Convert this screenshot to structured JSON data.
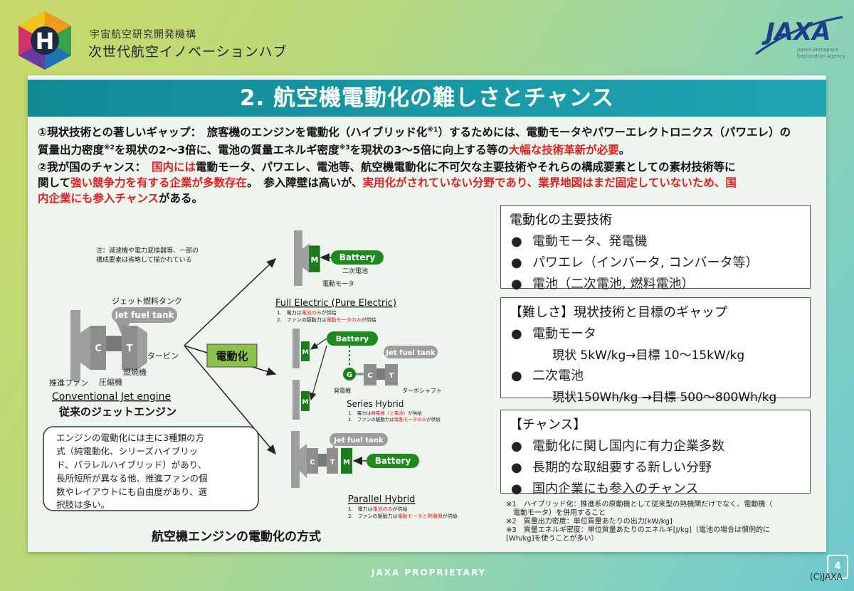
{
  "header": {
    "org_line1": "宇宙航空研究開発機構",
    "org_line2": "次世代航空イノベーションハブ",
    "logo_letter": "H",
    "jaxa_logo": "JAXA",
    "jaxa_sub1": "Japan Aerospace",
    "jaxa_sub2": "Exploration Agency"
  },
  "title": "2. 航空機電動化の難しさとチャンス",
  "para1": {
    "a": "①現状技術との著しいギャップ：　旅客機のエンジンを電動化（ハイブリッド化",
    "a_sup": "※1",
    "b": "）するためには、電動モータやパワーエレクトロニクス（パワエレ）の",
    "c": "質量出力密度",
    "c_sup": "※2",
    "d": "を現状の2～3倍に、電池の質量エネルギ密度",
    "d_sup": "※3",
    "e": "を現状の3～5倍に向上する等の",
    "f_red": "大幅な技術革新が必要",
    "g": "。"
  },
  "para2": {
    "a": "②我が国のチャンス：",
    "b_red": "国内には",
    "c": "電動モータ、パワエレ、電池等、航空機電動化に不可欠な主要技術やそれらの構成要素としての素材技術等に",
    "d": "関して",
    "e_red": "強い競争力を有する企業が多数存在",
    "f": "。　参入障壁は高いが、",
    "g_red": "実用化がされていない分野であり、業界地図はまだ固定していないため、国",
    "h_red": "内企業にも参入チャンス",
    "i": "がある。"
  },
  "diagram": {
    "note1": "注：減速機や電力変換器等、一部の",
    "note2": "構成要素は省略して描かれている",
    "fuel_tank_jp": "ジェット燃料タンク",
    "jet_fuel_tank": "Jet fuel tank",
    "turbine_jp": "タービン",
    "combustor_jp": "燃焼機",
    "compressor_jp": "圧縮機",
    "fan_jp": "推進ファン",
    "c": "C",
    "t": "T",
    "m": "M",
    "g": "G",
    "conventional_en": "Conventional Jet engine",
    "conventional_jp": "従来のジェットエンジン",
    "electrify": "電動化",
    "battery": "Battery",
    "secondary_battery": "二次電池",
    "motor": "電動モータ",
    "generator": "発電機",
    "turbo_shaft": "ターボシャフト",
    "full_title": "Full Electric (Pure Electric)",
    "full_n1": "1.　電力は",
    "full_n1_red": "電池のみ",
    "full_n1_end": "が供給",
    "full_n2": "2.　ファンの駆動力は",
    "full_n2_red": "電動モータのみ",
    "full_n2_end": "が供給",
    "series_title": "Series Hybrid",
    "series_n1": "1.　電力は",
    "series_n1_red": "発電機（と電池）",
    "series_n1_end": "が供給",
    "series_n2": "2.　ファンの駆動力は",
    "series_n2_red": "電動モータのみ",
    "series_n2_end": "が供給",
    "parallel_title": "Parallel Hybrid",
    "parallel_n1": "1.　電力は",
    "parallel_n1_red": "電池のみ",
    "parallel_n1_end": "が供給",
    "parallel_n2": "2.　ファンの駆動力は",
    "parallel_n2_red": "電動モータと熱機関",
    "parallel_n2_end": "が供給",
    "bubble_l1": "エンジンの電動化には主に3種類の方",
    "bubble_l2": "式（純電動化、シリーズハイブリッ",
    "bubble_l3": "ド、パラレルハイブリッド）があり、",
    "bubble_l4": "長所短所が異なる他、推進ファンの個",
    "bubble_l5": "数やレイアウトにも自由度があり、選",
    "bubble_l6": "択肢は多い。",
    "caption": "航空機エンジンの電動化の方式"
  },
  "box_main": {
    "title": "電動化の主要技術",
    "items": [
      "電動モータ、発電機",
      "パワエレ（インバータ, コンバータ等）",
      "電池（二次電池, 燃料電池）"
    ]
  },
  "box_difficulty": {
    "title": "【難しさ】現状技術と目標のギャップ",
    "item1": "電動モータ",
    "item1_sub": "現状 5kW/kg→目標 10～15kW/kg",
    "item2": "二次電池",
    "item2_sub": "現状150Wh/kg →目標 500～800Wh/kg"
  },
  "box_chance": {
    "title": "【チャンス】",
    "items": [
      "電動化に関し国内に有力企業多数",
      "長期的な取組要する新しい分野",
      "国内企業にも参入のチャンス"
    ]
  },
  "bullet": "●",
  "footnotes": [
    "※1　ハイブリッド化：推進系の原動機として従来型の熱機関だけでなく、電動機（",
    "　電動モータ）を併用すること",
    "※2　質量出力密度：単位質量あたりの出力[kW/kg]",
    "※3　質量エネルギ密度：単位質量あたりのエネルギ[J/kg]（電池の場合は慣例的に",
    "[Wh/kg]を使うことが多い）"
  ],
  "footer": "JAXA PROPRIETARY",
  "page_number": "4",
  "copyright": "(C)JAXA",
  "colors": {
    "title_bar": "#1596a3",
    "green_box": "#1a7d1a",
    "battery_fill": "#1e8a1e",
    "red": "#e02020"
  }
}
